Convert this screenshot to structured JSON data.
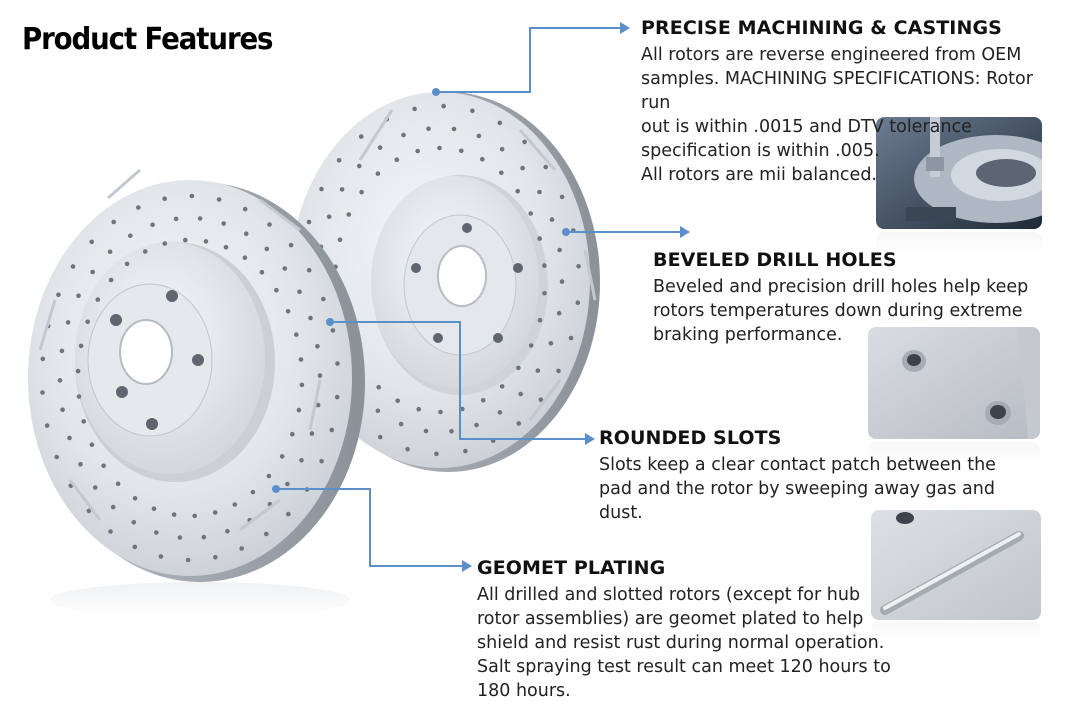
{
  "page": {
    "title": "Product Features"
  },
  "features": [
    {
      "heading": "PRECISE MACHINING & CASTINGS",
      "body": "All rotors are reverse engineered from OEM\nsamples. MACHINING SPECIFICATIONS: Rotor run\nout is within .0015 and DTV tolerance\nspecification is within .005.\nAll rotors are mii balanced."
    },
    {
      "heading": "BEVELED DRILL HOLES",
      "body": "Beveled and precision drill holes help keep\nrotors temperatures down during extreme\nbraking performance."
    },
    {
      "heading": "ROUNDED SLOTS",
      "body": "Slots keep a clear contact patch between the\npad and the rotor by sweeping away gas and\ndust."
    },
    {
      "heading": "GEOMET PLATING",
      "body": "All drilled and slotted rotors (except for hub\nrotor assemblies) are geomet plated to help\nshield and resist rust during normal operation.\nSalt spraying test result can meet 120 hours to\n180 hours."
    }
  ],
  "colors": {
    "callout_line": "#5b8fc9",
    "rotor_face": "#dfe3e8",
    "rotor_shadow": "#9aa1aa"
  },
  "images": [
    {
      "name": "brake-rotor-pair-image"
    },
    {
      "name": "machining-thumbnail"
    },
    {
      "name": "drill-holes-thumbnail"
    },
    {
      "name": "slot-thumbnail"
    }
  ]
}
